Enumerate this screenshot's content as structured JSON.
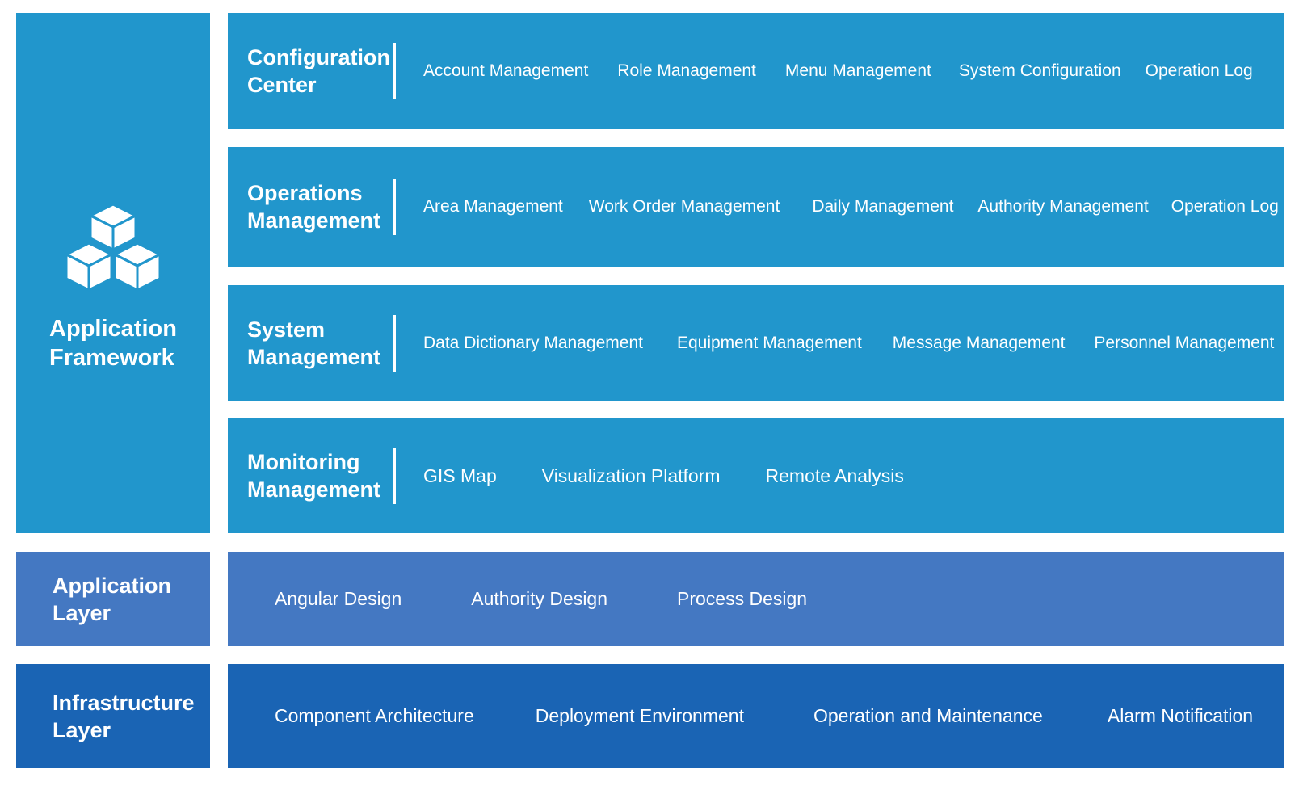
{
  "colors": {
    "primary_blue": "#2196cc",
    "app_layer_blue": "#4478c2",
    "infra_layer_blue": "#1a64b4"
  },
  "framework": {
    "icon": "cubes-icon",
    "title_line1": "Application",
    "title_line2": "Framework",
    "rows": [
      {
        "title_line1": "Configuration",
        "title_line2": "Center",
        "items": [
          "Account Management",
          "Role Management",
          "Menu Management",
          "System Configuration",
          "Operation Log"
        ]
      },
      {
        "title_line1": "Operations",
        "title_line2": "Management",
        "items": [
          "Area Management",
          "Work Order Management",
          "Daily Management",
          "Authority Management",
          "Operation Log"
        ]
      },
      {
        "title_line1": "System",
        "title_line2": "Management",
        "items": [
          "Data Dictionary Management",
          "Equipment Management",
          "Message Management",
          "Personnel Management"
        ]
      },
      {
        "title_line1": "Monitoring",
        "title_line2": "Management",
        "items": [
          "GIS Map",
          "Visualization Platform",
          "Remote Analysis"
        ]
      }
    ]
  },
  "application_layer": {
    "title_line1": "Application",
    "title_line2": "Layer",
    "items": [
      "Angular Design",
      "Authority Design",
      "Process Design"
    ]
  },
  "infrastructure_layer": {
    "title_line1": "Infrastructure",
    "title_line2": "Layer",
    "items": [
      "Component Architecture",
      "Deployment Environment",
      "Operation and Maintenance",
      "Alarm Notification"
    ]
  }
}
